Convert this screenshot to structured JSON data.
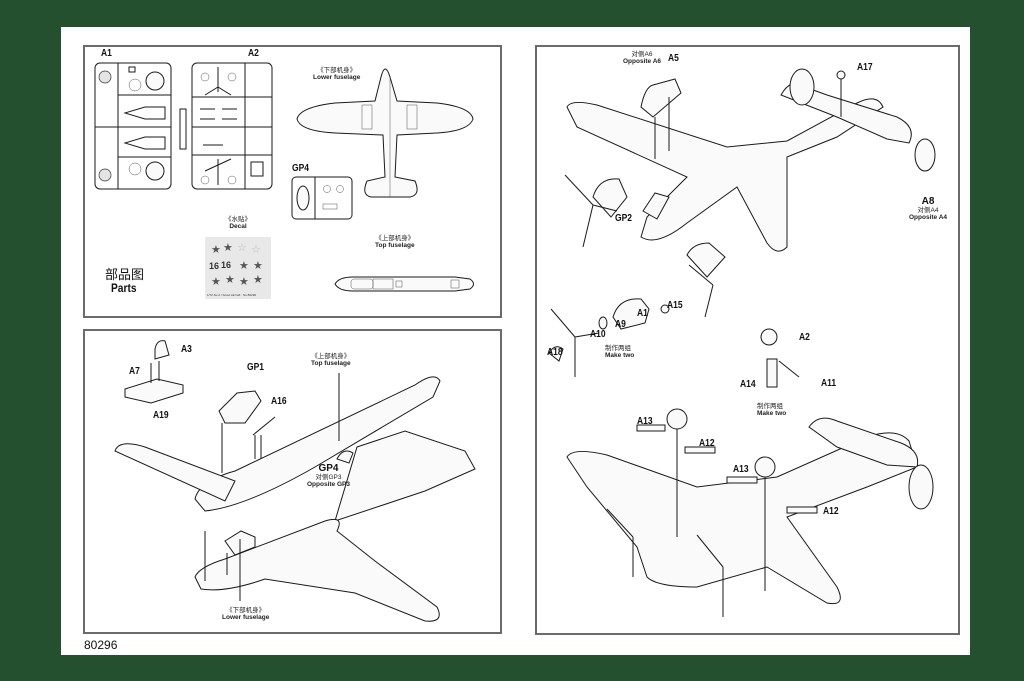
{
  "document": {
    "kit_code": "80296",
    "colors": {
      "background": "#245030",
      "sheet": "#ffffff",
      "panel_border": "#6b6b6b"
    }
  },
  "parts_panel": {
    "title_cn": "部品图",
    "title_en": "Parts",
    "sprues": [
      {
        "id": "A1",
        "label": "A1"
      },
      {
        "id": "A2",
        "label": "A2"
      },
      {
        "id": "GP4",
        "label": "GP4"
      }
    ],
    "lower_fuselage": {
      "cn": "《下部机身》",
      "en": "Lower fuselage"
    },
    "top_fuselage": {
      "cn": "《上部机身》",
      "en": "Top fuselage"
    },
    "decal": {
      "cn": "《水贴》",
      "en": "Decal",
      "numbers": [
        "16",
        "16"
      ],
      "caption": "1/72 Su-2 / Scout Aircraft · No.80296"
    }
  },
  "cockpit_panel": {
    "labels": {
      "a3": "A3",
      "a7": "A7",
      "a19": "A19",
      "gp1": "GP1",
      "a16": "A16",
      "gp4": "GP4",
      "gp4_cn": "对侧GP3",
      "gp4_en": "Opposite GP3"
    },
    "top_fuselage": {
      "cn": "《上部机身》",
      "en": "Top fuselage"
    },
    "lower_fuselage": {
      "cn": "《下部机身》",
      "en": "Lower fuselage"
    }
  },
  "assembly_panel": {
    "labels": {
      "a6_cn": "对侧A6",
      "a6_en": "Opposite A6",
      "a5": "A5",
      "a17": "A17",
      "a8": "A8",
      "a8_cn": "对侧A4",
      "a8_en": "Opposite A4",
      "gp2": "GP2",
      "a15": "A15",
      "a1": "A1",
      "a9": "A9",
      "a10": "A10",
      "a18": "A18",
      "a2": "A2",
      "a14": "A14",
      "a11": "A11",
      "a13_left": "A13",
      "a12_left": "A12",
      "a13_right": "A13",
      "a12_right": "A12"
    },
    "make_two_prop": {
      "cn": "制作两组",
      "en": "Make two"
    },
    "make_two_gear": {
      "cn": "制作两组",
      "en": "Make two"
    }
  }
}
